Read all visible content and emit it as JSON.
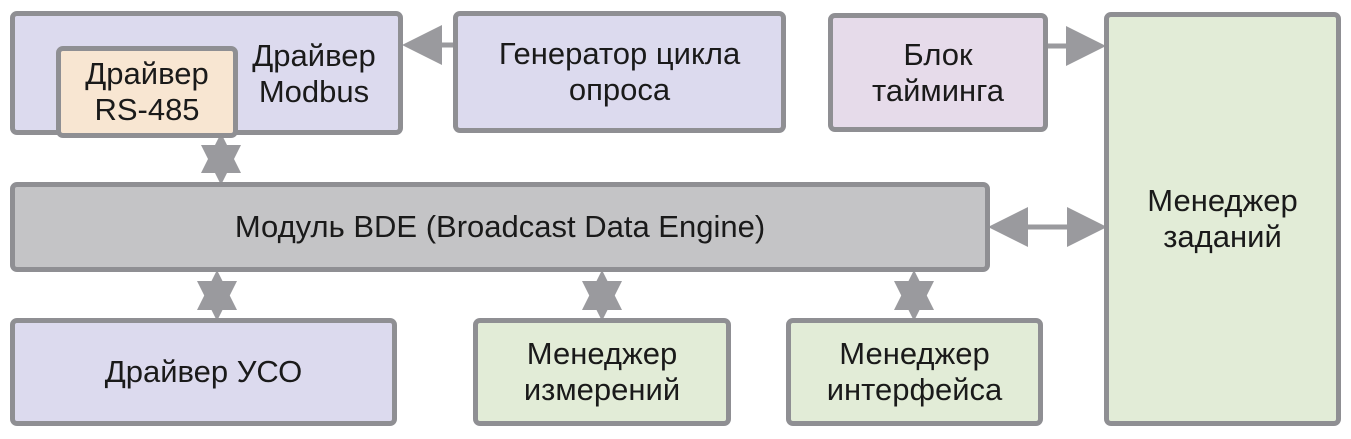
{
  "blocks": {
    "modbus": [
      "Драйвер",
      "Modbus"
    ],
    "rs485": [
      "Драйвер",
      "RS-485"
    ],
    "generator": [
      "Генератор цикла",
      "опроса"
    ],
    "timing": [
      "Блок",
      "тайминга"
    ],
    "task_manager": [
      "Менеджер",
      "заданий"
    ],
    "bde": "Модуль BDE (Broadcast Data Engine)",
    "uso": "Драйвер УСО",
    "measure_manager": [
      "Менеджер",
      "измерений"
    ],
    "iface_manager": [
      "Менеджер",
      "интерфейса"
    ]
  },
  "colors": {
    "border": "#8f8f93",
    "lavender": "#dcdaee",
    "peach": "#f8e6d2",
    "pink": "#e6dbea",
    "green": "#e2ecd7",
    "gray": "#c4c4c6",
    "arrow": "#9a9a9e"
  }
}
